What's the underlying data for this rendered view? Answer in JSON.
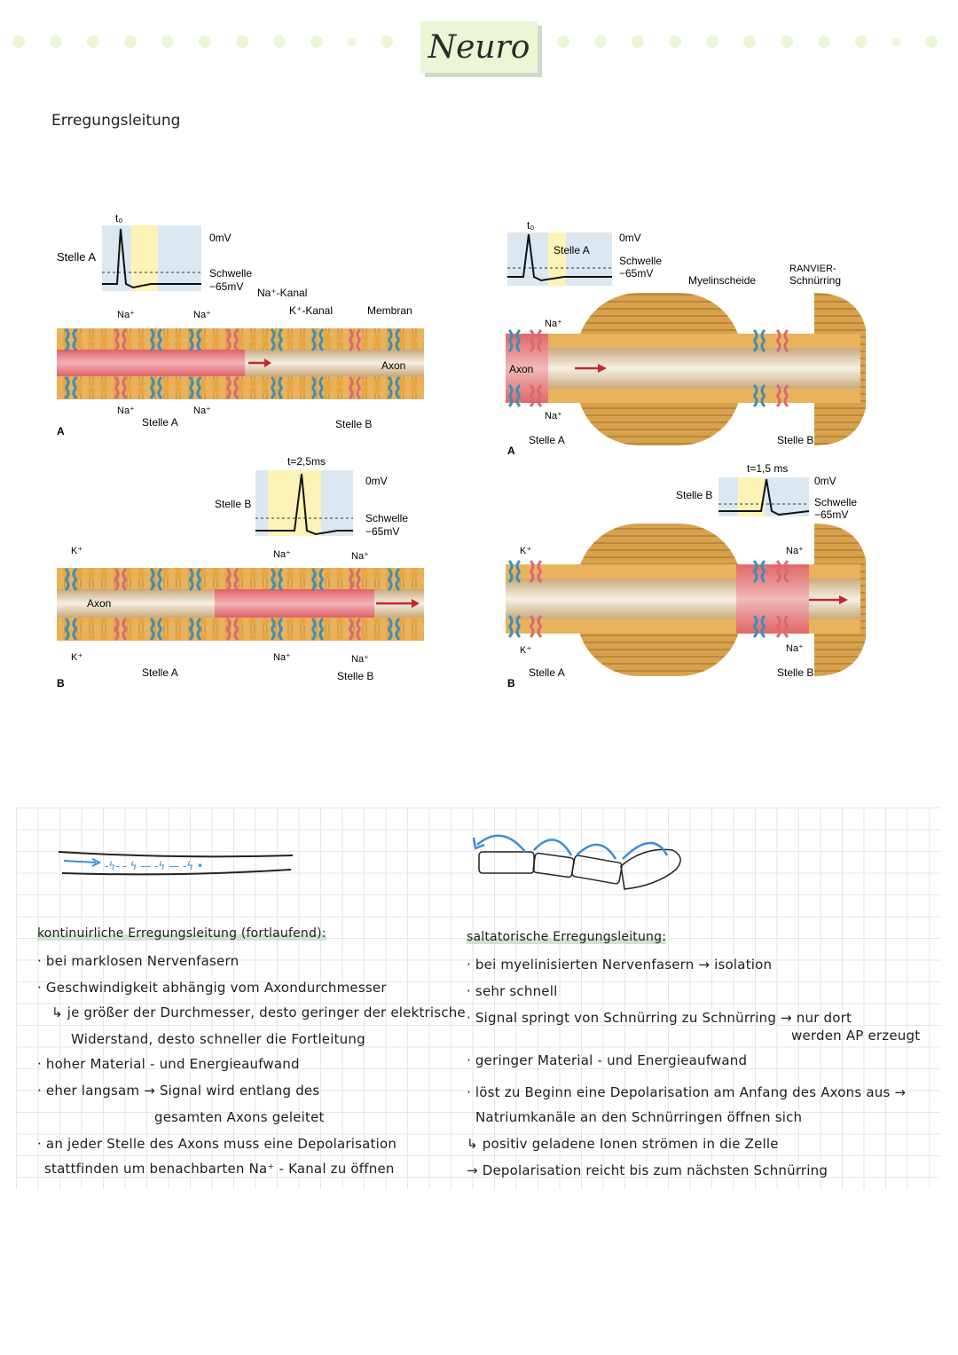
{
  "header": {
    "title": "Neuro"
  },
  "section_title": "Erregungsleitung",
  "figure_left": {
    "panel_a": {
      "graph_time": "t₀",
      "graph_stelle": "Stelle A",
      "zero": "0mV",
      "threshold": "Schwelle",
      "rest": "−65mV",
      "na_channel": "Na⁺-Kanal",
      "k_channel": "K⁺-Kanal",
      "membrane": "Membran",
      "na1": "Na⁺",
      "na2": "Na⁺",
      "na3": "Na⁺",
      "na4": "Na⁺",
      "axon": "Axon",
      "stelle_a": "Stelle A",
      "stelle_b": "Stelle B",
      "panel": "A"
    },
    "panel_b": {
      "graph_time": "t=2,5ms",
      "graph_stelle": "Stelle B",
      "zero": "0mV",
      "threshold": "Schwelle",
      "rest": "−65mV",
      "k_top": "K⁺",
      "k_bot": "K⁺",
      "na_top1": "Na⁺",
      "na_top2": "Na⁺",
      "na_bot1": "Na⁺",
      "na_bot2": "Na⁺",
      "axon": "Axon",
      "stelle_a": "Stelle A",
      "stelle_b": "Stelle B",
      "panel": "B"
    }
  },
  "figure_right": {
    "panel_a": {
      "graph_time": "t₀",
      "graph_stelle": "Stelle A",
      "zero": "0mV",
      "threshold": "Schwelle",
      "rest": "−65mV",
      "myelin": "Myelinscheide",
      "ranvier1": "RANVIER-",
      "ranvier2": "Schnürring",
      "na_top": "Na⁺",
      "na_bot": "Na⁺",
      "axon": "Axon",
      "stelle_a": "Stelle A",
      "stelle_b": "Stelle B",
      "panel": "A"
    },
    "panel_b": {
      "graph_time": "t=1,5 ms",
      "graph_stelle": "Stelle B",
      "zero": "0mV",
      "threshold": "Schwelle",
      "rest": "−65mV",
      "k_top": "K⁺",
      "k_bot": "K⁺",
      "na_top": "Na⁺",
      "na_bot": "Na⁺",
      "stelle_a": "Stelle A",
      "stelle_b": "Stelle B",
      "panel": "B"
    }
  },
  "notes_left": {
    "heading": "kontinuirliche Erregungsleitung (fortlaufend):",
    "lines": [
      "· bei marklosen Nervenfasern",
      "· Geschwindigkeit abhängig vom Axondurchmesser",
      "↳ je größer der Durchmesser, desto geringer der elektrische",
      "Widerstand, desto schneller die Fortleitung",
      "· hoher Material - und Energieaufwand",
      "· eher langsam → Signal wird entlang des",
      "gesamten Axons geleitet",
      "· an jeder Stelle des Axons muss eine Depolarisation",
      "stattfinden um benachbarten Na⁺ - Kanal zu öffnen"
    ]
  },
  "notes_right": {
    "heading": "saltatorische Erregungsleitung:",
    "lines": [
      "· bei myelinisierten Nervenfasern  → isolation",
      "· sehr schnell",
      "· Signal springt von Schnürring zu Schnürring → nur dort",
      "werden AP erzeugt",
      "· geringer Material - und Energieaufwand",
      "· löst zu Beginn eine Depolarisation am Anfang des Axons aus →",
      "Natriumkanäle an den Schnürringen öffnen sich",
      "↳ positiv geladene Ionen strömen in die Zelle",
      "→ Depolarisation reicht bis zum nächsten Schnürring"
    ]
  },
  "colors": {
    "accent_green": "#eaf6d5",
    "axon_tan": "#e9b25c",
    "depolarized": "#e8737a",
    "na_channel": "#d9687a",
    "k_channel": "#3e8fb8",
    "arrow_blue": "#3b8fd6"
  }
}
